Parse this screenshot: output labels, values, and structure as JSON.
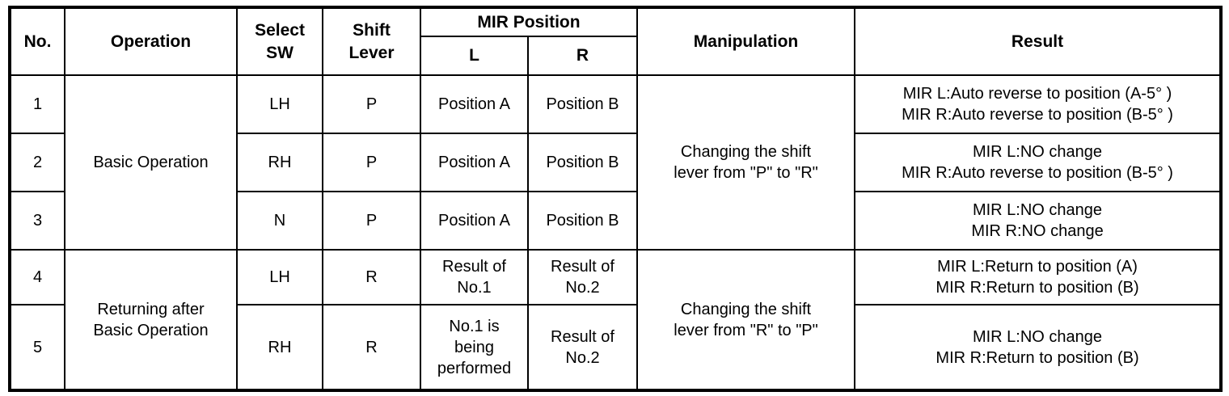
{
  "table": {
    "headers": {
      "no": "No.",
      "operation": "Operation",
      "select_sw": "Select\nSW",
      "shift_lever": "Shift\nLever",
      "mir_position": "MIR Position",
      "mir_l": "L",
      "mir_r": "R",
      "manipulation": "Manipulation",
      "result": "Result"
    },
    "groups": [
      {
        "operation": "Basic Operation",
        "manipulation": "Changing the shift\nlever from \"P\" to \"R\"",
        "rows": [
          {
            "no": "1",
            "select_sw": "LH",
            "shift_lever": "P",
            "mir_l": "Position A",
            "mir_r": "Position B",
            "result": "MIR L:Auto reverse to position (A-5° )\nMIR R:Auto reverse to position (B-5° )"
          },
          {
            "no": "2",
            "select_sw": "RH",
            "shift_lever": "P",
            "mir_l": "Position A",
            "mir_r": "Position B",
            "result": "MIR L:NO change\nMIR R:Auto reverse to position (B-5° )"
          },
          {
            "no": "3",
            "select_sw": "N",
            "shift_lever": "P",
            "mir_l": "Position A",
            "mir_r": "Position B",
            "result": "MIR L:NO change\nMIR R:NO change"
          }
        ]
      },
      {
        "operation": "Returning after\nBasic Operation",
        "manipulation": "Changing the shift\nlever from \"R\" to \"P\"",
        "rows": [
          {
            "no": "4",
            "select_sw": "LH",
            "shift_lever": "R",
            "mir_l": "Result of\nNo.1",
            "mir_r": "Result of\nNo.2",
            "result": "MIR L:Return to position (A)\nMIR R:Return to position (B)"
          },
          {
            "no": "5",
            "select_sw": "RH",
            "shift_lever": "R",
            "mir_l": "No.1 is\nbeing\nperformed",
            "mir_r": "Result of\nNo.2",
            "result": "MIR L:NO change\nMIR R:Return to position (B)"
          }
        ]
      }
    ]
  }
}
